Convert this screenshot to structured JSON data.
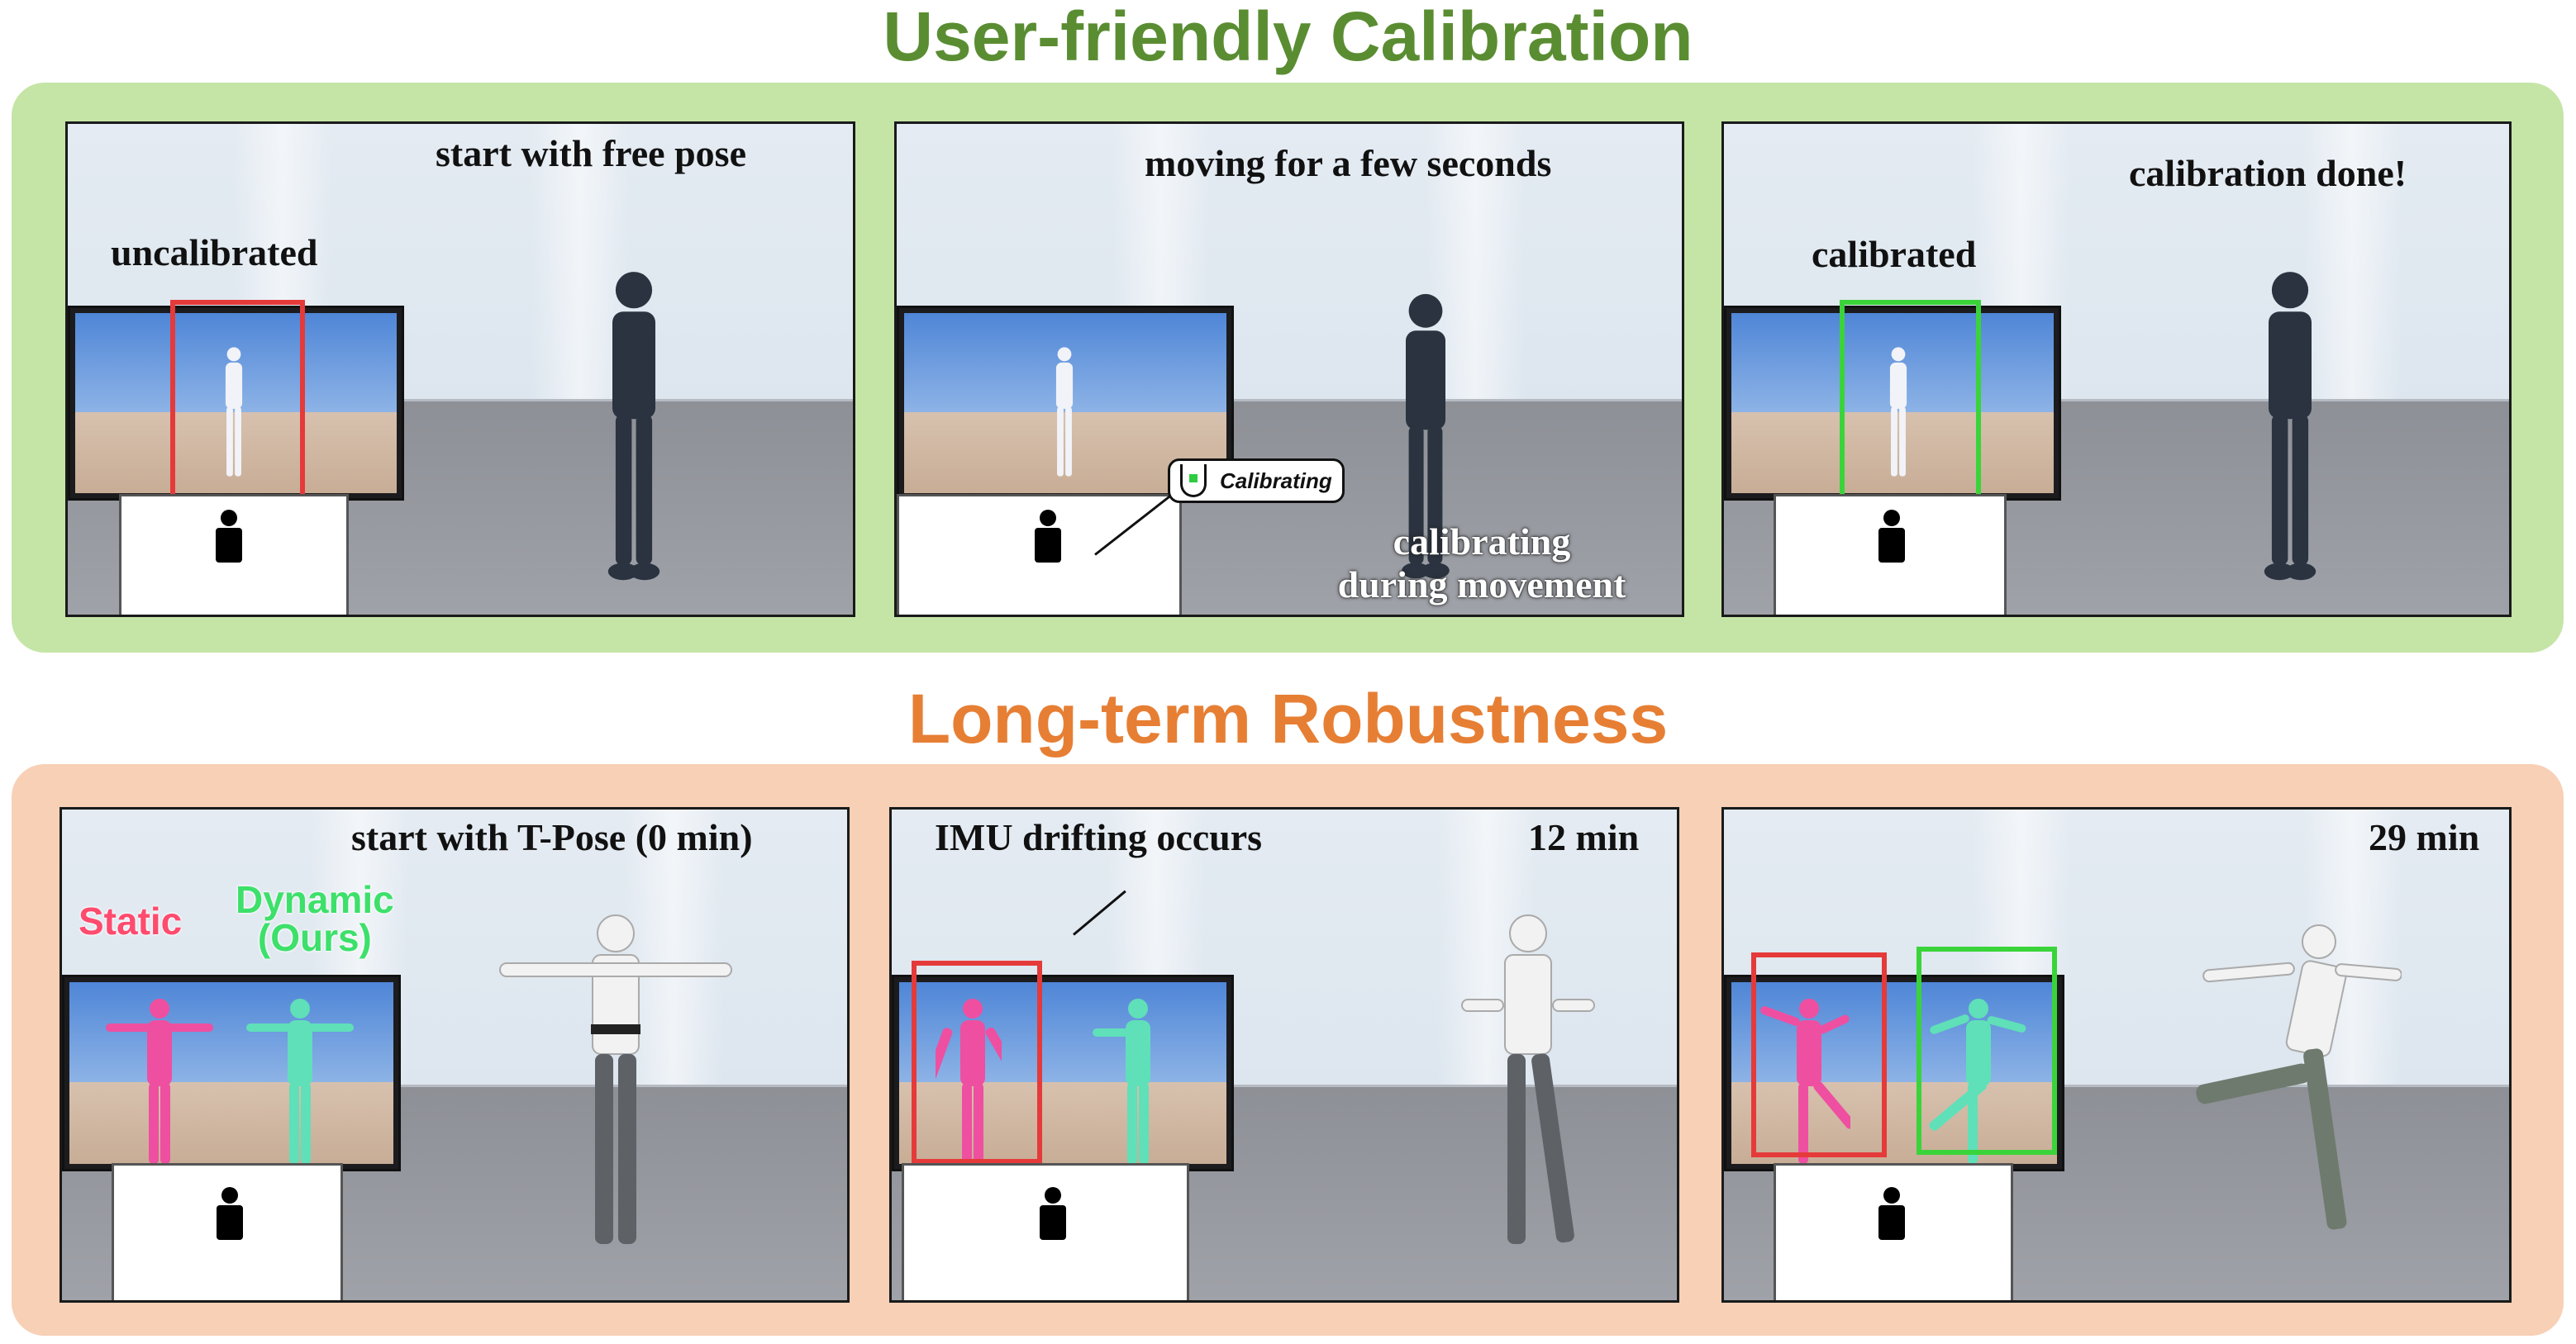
{
  "sections": {
    "top": {
      "title": "User-friendly Calibration",
      "panels": [
        {
          "caption": "start with free pose",
          "label": "uncalibrated"
        },
        {
          "caption": "moving for a few seconds",
          "callout": "Calibrating",
          "bottom_caption_1": "calibrating",
          "bottom_caption_2": "during movement"
        },
        {
          "caption": "calibration done!",
          "label": "calibrated"
        }
      ]
    },
    "bottom": {
      "title": "Long-term Robustness",
      "panels": [
        {
          "caption": "start with T-Pose (0 min)",
          "label_static": "Static",
          "label_dynamic_1": "Dynamic",
          "label_dynamic_2": "(Ours)"
        },
        {
          "caption_left": "IMU drifting occurs",
          "caption": "12 min"
        },
        {
          "caption": "29 min"
        }
      ]
    }
  },
  "colors": {
    "top_title": "#5a8d32",
    "bottom_title": "#e67f34",
    "top_band": "#c5e5a7",
    "bottom_band": "#f7d0b6",
    "box_red": "#e53a3a",
    "box_green": "#3ad43a",
    "avatar_pink": "#ef4fa0",
    "avatar_mint": "#5fe0b8",
    "avatar_white": "#f1f3f8"
  }
}
